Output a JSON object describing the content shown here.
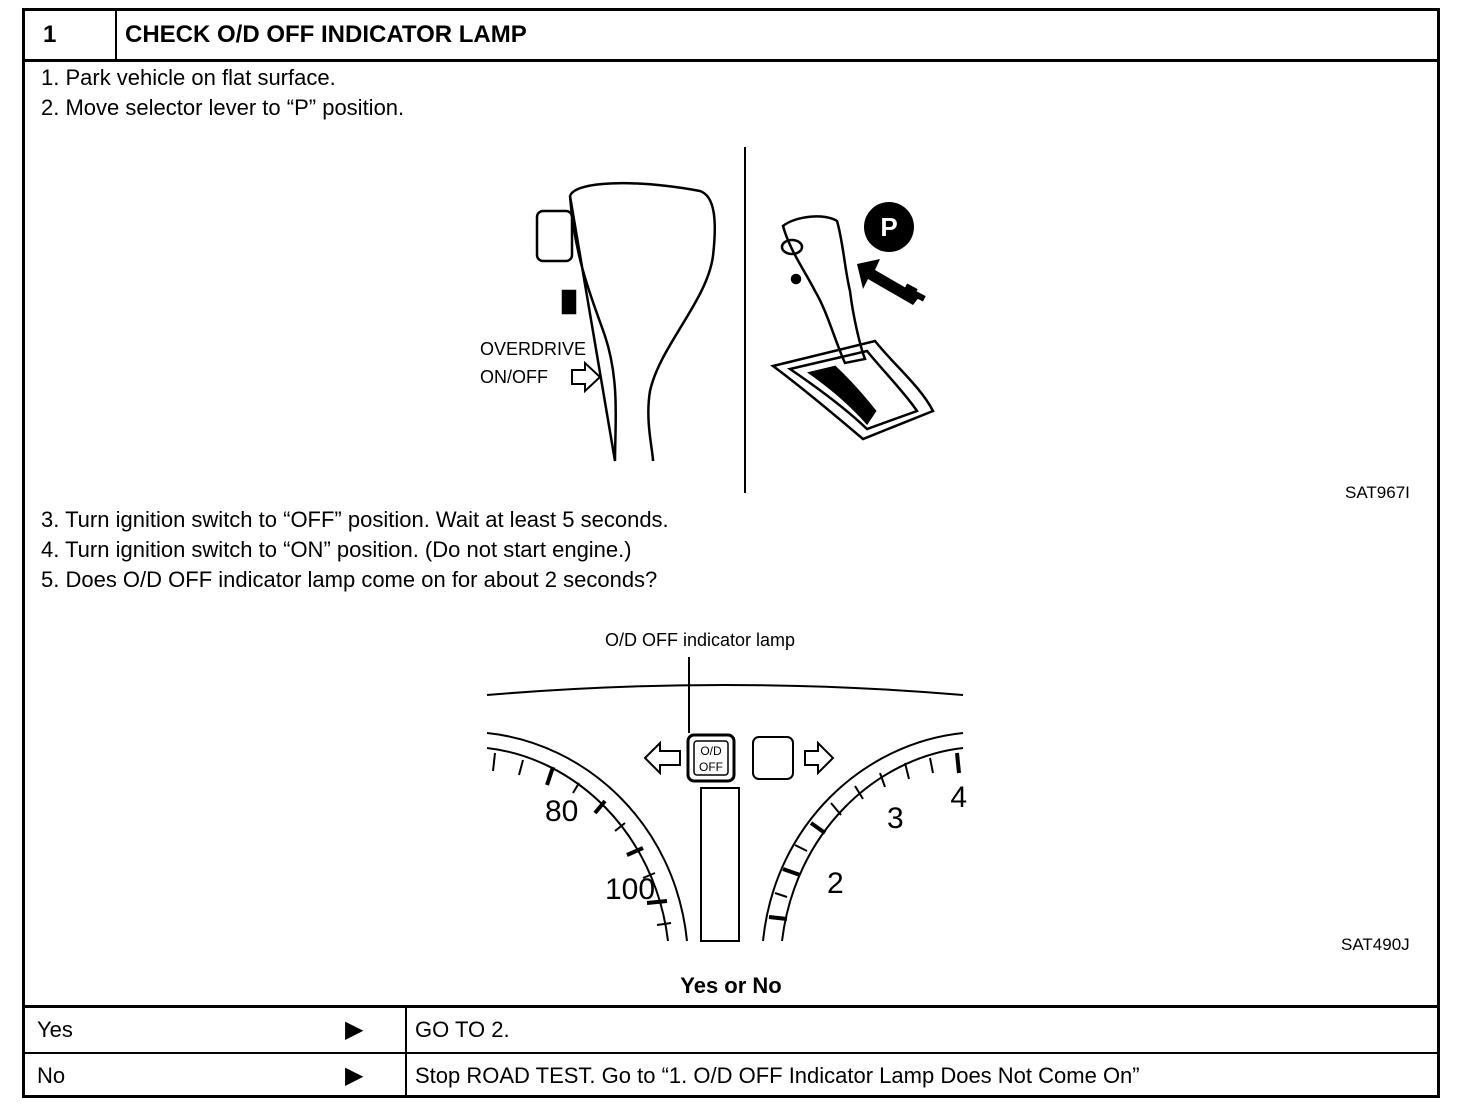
{
  "header": {
    "step": "1",
    "title": "CHECK O/D OFF INDICATOR LAMP"
  },
  "steps_a": [
    "1.  Park vehicle on flat surface.",
    "2.  Move selector lever to “P” position."
  ],
  "figure1": {
    "label_overdrive": "OVERDRIVE",
    "label_onoff": "ON/OFF",
    "p_badge": "P",
    "id": "SAT967I"
  },
  "steps_b": [
    "3.  Turn ignition switch to “OFF” position. Wait at least 5 seconds.",
    "4.  Turn ignition switch to “ON” position. (Do not start engine.)",
    "5.  Does O/D OFF indicator lamp come on for about 2 seconds?"
  ],
  "figure2": {
    "lamp_label": "O/D OFF indicator lamp",
    "lamp_text_top": "O/D",
    "lamp_text_bottom": "OFF",
    "speed_80": "80",
    "speed_100": "100",
    "tach_2": "2",
    "tach_3": "3",
    "tach_4": "4",
    "id": "SAT490J"
  },
  "result": {
    "title": "Yes or No"
  },
  "answers": [
    {
      "label": "Yes",
      "arrow": "▶",
      "text": "GO TO 2."
    },
    {
      "label": "No",
      "arrow": "▶",
      "text": "Stop ROAD TEST. Go to “1. O/D OFF Indicator Lamp Does Not Come On”"
    }
  ]
}
